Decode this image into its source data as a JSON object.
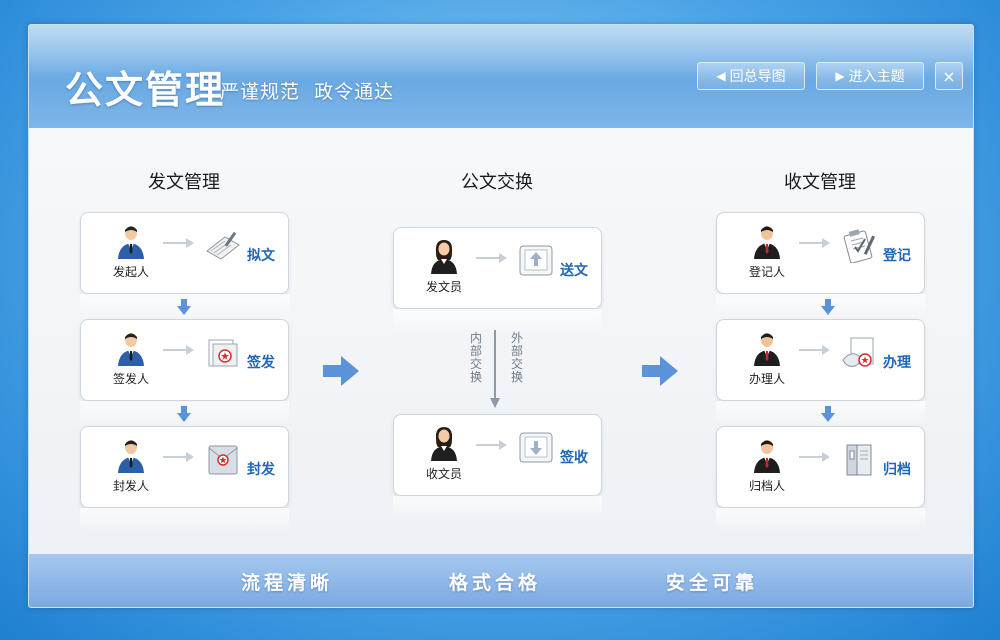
{
  "header": {
    "title": "公文管理",
    "subtitle": "严谨规范  政令通达",
    "back_button": "回总导图",
    "enter_button": "进入主题",
    "close_symbol": "×"
  },
  "columns": {
    "send": {
      "title": "发文管理",
      "steps": [
        {
          "person": "发起人",
          "action": "拟文",
          "icon": "draft-document-icon"
        },
        {
          "person": "签发人",
          "action": "签发",
          "icon": "sealed-document-icon"
        },
        {
          "person": "封发人",
          "action": "封发",
          "icon": "sealed-envelope-icon"
        }
      ]
    },
    "exchange": {
      "title": "公文交换",
      "top": {
        "person": "发文员",
        "action": "送文",
        "icon": "send-scroll-icon"
      },
      "bottom": {
        "person": "收文员",
        "action": "签收",
        "icon": "receive-scroll-icon"
      },
      "internal_label": "内部交换",
      "external_label": "外部交换"
    },
    "receive": {
      "title": "收文管理",
      "steps": [
        {
          "person": "登记人",
          "action": "登记",
          "icon": "clipboard-icon"
        },
        {
          "person": "办理人",
          "action": "办理",
          "icon": "process-document-icon"
        },
        {
          "person": "归档人",
          "action": "归档",
          "icon": "archive-binder-icon"
        }
      ]
    }
  },
  "footer": {
    "slogans": [
      "流程清晰",
      "格式合格",
      "安全可靠"
    ]
  },
  "colors": {
    "accent_blue": "#1f66b8",
    "arrow_blue": "#5b93d8",
    "header_blue": "#6aa9e3"
  }
}
